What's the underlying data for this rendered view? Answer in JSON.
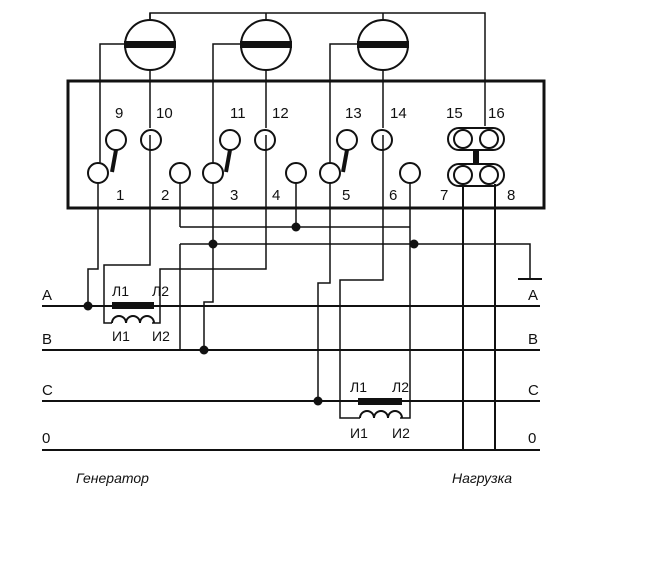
{
  "meter": {
    "terminals": {
      "t1": "1",
      "t2": "2",
      "t3": "3",
      "t4": "4",
      "t5": "5",
      "t6": "6",
      "t7": "7",
      "t8": "8",
      "t9": "9",
      "t10": "10",
      "t11": "11",
      "t12": "12",
      "t13": "13",
      "t14": "14",
      "t15": "15",
      "t16": "16"
    }
  },
  "phases_left": {
    "a": "A",
    "b": "B",
    "c": "C",
    "zero": "0"
  },
  "phases_right": {
    "a": "A",
    "b": "B",
    "c": "C",
    "zero": "0"
  },
  "ct_a": {
    "l1": "Л1",
    "l2": "Л2",
    "i1": "И1",
    "i2": "И2"
  },
  "ct_c": {
    "l1": "Л1",
    "l2": "Л2",
    "i1": "И1",
    "i2": "И2"
  },
  "captions": {
    "generator": "Генератор",
    "load": "Нагрузка"
  },
  "colors": {
    "ink": "#111111",
    "background": "#ffffff"
  }
}
